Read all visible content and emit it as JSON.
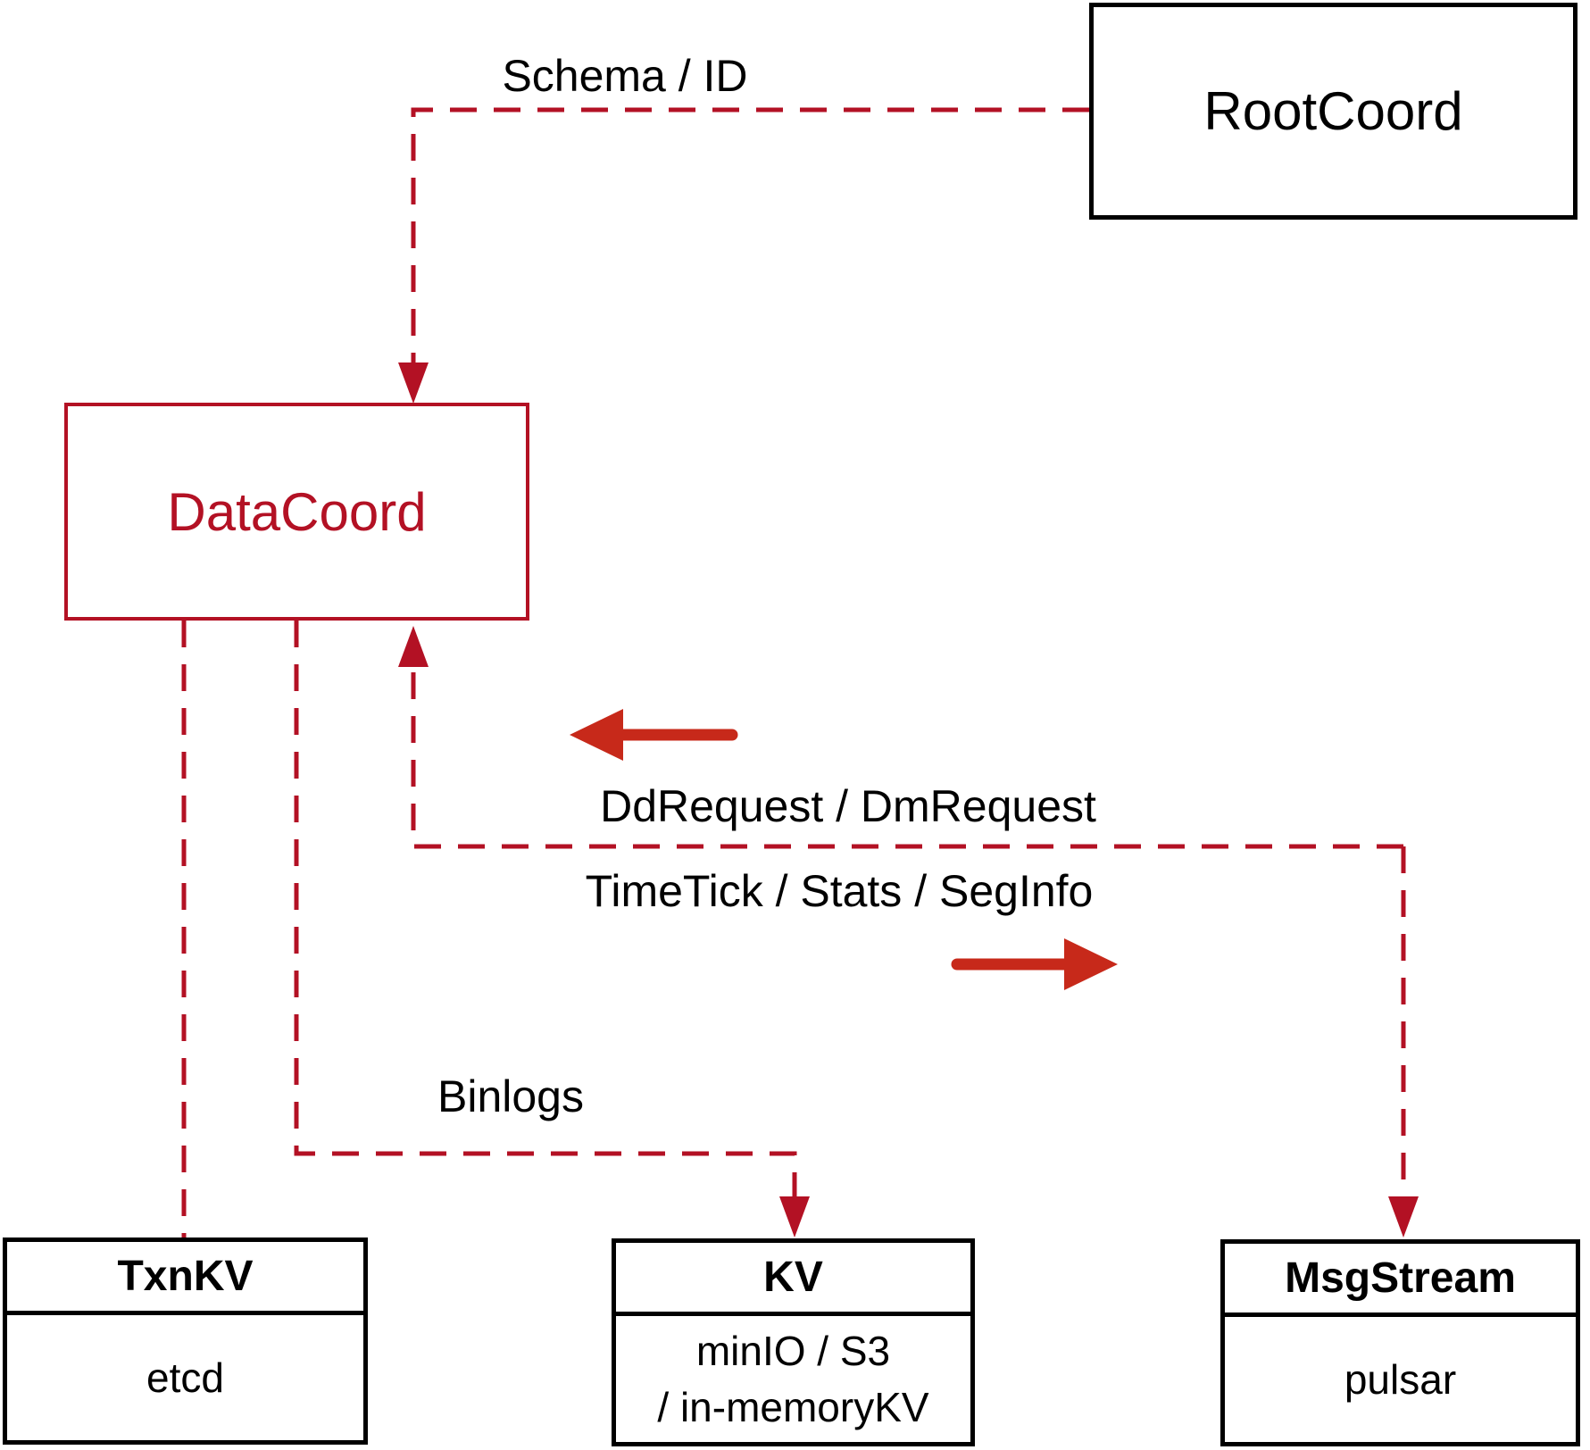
{
  "diagram": {
    "nodes": {
      "rootcoord": {
        "label": "RootCoord"
      },
      "datacoord": {
        "label": "DataCoord"
      },
      "txnkv": {
        "title": "TxnKV",
        "body": "etcd"
      },
      "kv": {
        "title": "KV",
        "body_line1": "minIO / S3",
        "body_line2": "/ in-memoryKV"
      },
      "msgstream": {
        "title": "MsgStream",
        "body": "pulsar"
      }
    },
    "edge_labels": {
      "schema_id": "Schema / ID",
      "dd_dm_request": "DdRequest / DmRequest",
      "timetick_stats_seginfo": "TimeTick / Stats / SegInfo",
      "binlogs": "Binlogs"
    },
    "colors": {
      "dashed_connector_crimson": "#b31124",
      "solid_arrow_red": "#c7291a",
      "node_border_black": "#000000",
      "text_black": "#000000",
      "background": "#ffffff"
    }
  }
}
